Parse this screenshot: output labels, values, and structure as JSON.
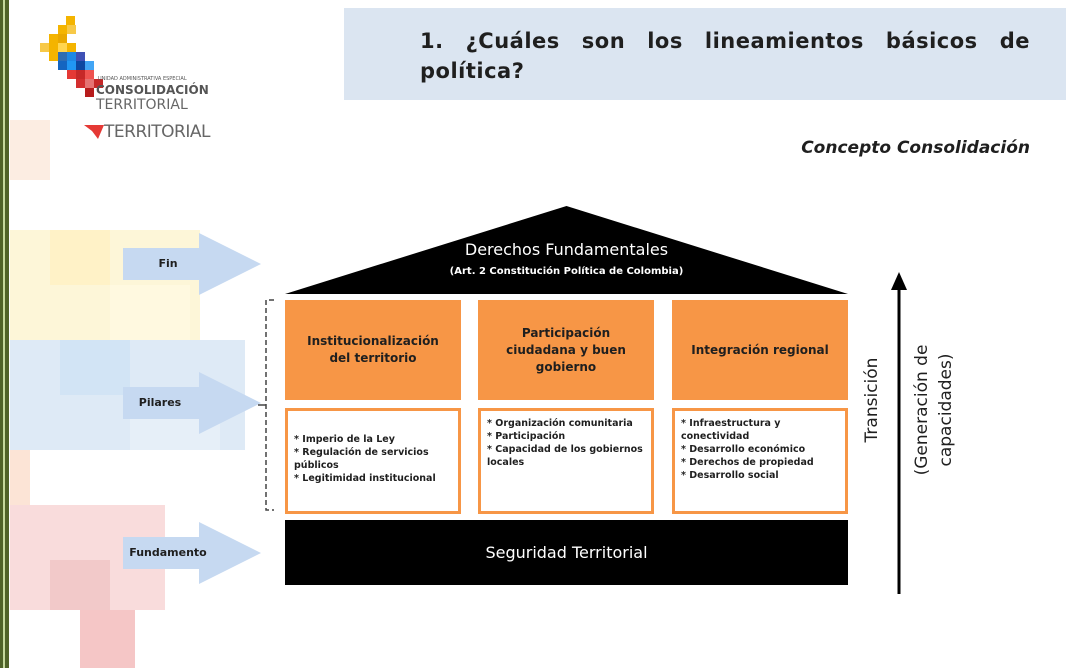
{
  "logo": {
    "small_text": "UNIDAD ADMINISTRATIVA ESPECIAL",
    "line1": "CONSOLIDACIÓN",
    "line2": "TERRITORIAL",
    "line3": "TERRITORIAL"
  },
  "header": {
    "title": "1. ¿Cuáles son los lineamientos básicos de política?"
  },
  "subtitle": "Concepto Consolidación",
  "arrows": {
    "fin": "Fin",
    "pilares": "Pilares",
    "fundamento": "Fundamento"
  },
  "roof": {
    "title": "Derechos Fundamentales",
    "subtitle": "(Art. 2 Constitución Política de Colombia)"
  },
  "pillars": [
    {
      "title": "Institucionalización del territorio",
      "items": [
        "Imperio de la Ley",
        "Regulación de servicios públicos",
        "Legitimidad institucional"
      ]
    },
    {
      "title": "Participación ciudadana y buen gobierno",
      "items": [
        "Organización comunitaria",
        "Participación",
        "Capacidad de los gobiernos locales"
      ]
    },
    {
      "title": "Integración regional",
      "items": [
        "Infraestructura y conectividad",
        "Desarrollo económico",
        "Derechos de propiedad",
        "Desarrollo social"
      ]
    }
  ],
  "base": "Seguridad Territorial",
  "side": {
    "transition": "Transición",
    "capacity_line1": "(Generación de",
    "capacity_line2": "capacidades)"
  },
  "colors": {
    "pillar_orange": "#f79646",
    "header_blue": "#dbe5f1",
    "arrow_blue": "#c6d9f1",
    "frame_green": "#4f6228"
  }
}
